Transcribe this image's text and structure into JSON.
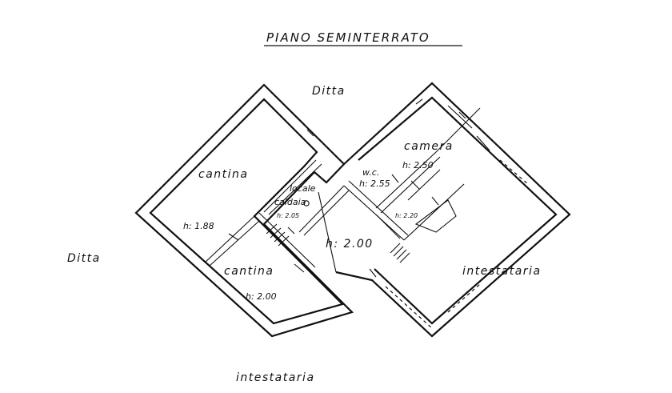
{
  "title": "PIANO  SEMINTERRATO",
  "labels": {
    "ditta_top": "Ditta",
    "ditta_left": "Ditta",
    "intestataria_bottom": "intestataria",
    "intestataria_right": "intestataria"
  },
  "rooms": {
    "cantina_big": {
      "name": "cantina",
      "height": "h: 1.88"
    },
    "locale_caldaia": {
      "name_line1": "locale",
      "name_line2": "caldaia",
      "height": "h: 2.05"
    },
    "cantina_small": {
      "name": "cantina",
      "height": "h: 2.00"
    },
    "corridor": {
      "height": "h: 2.00"
    },
    "wc": {
      "name": "w.c.",
      "height": "h: 2.55"
    },
    "camera": {
      "name": "camera",
      "height": "h: 2.50"
    },
    "ripostiglio": {
      "height": "h: 2.20"
    }
  },
  "colors": {
    "ink": "#111111",
    "paper": "#ffffff"
  }
}
